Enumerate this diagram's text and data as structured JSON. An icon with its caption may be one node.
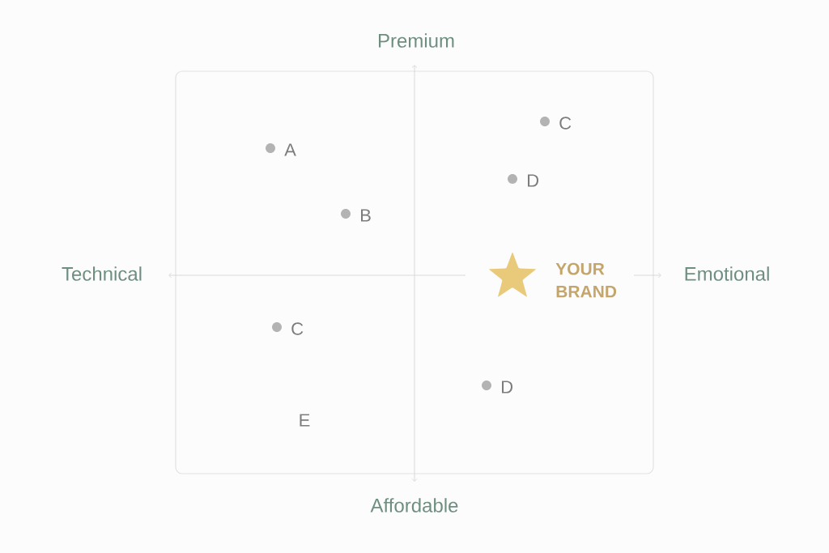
{
  "diagram": {
    "labels": [
      "Premium",
      "C",
      "A",
      "D",
      "B",
      "Technical",
      "YOUR BRAND",
      "Emotional",
      "C",
      "D",
      "E",
      "Affordable"
    ]
  }
}
